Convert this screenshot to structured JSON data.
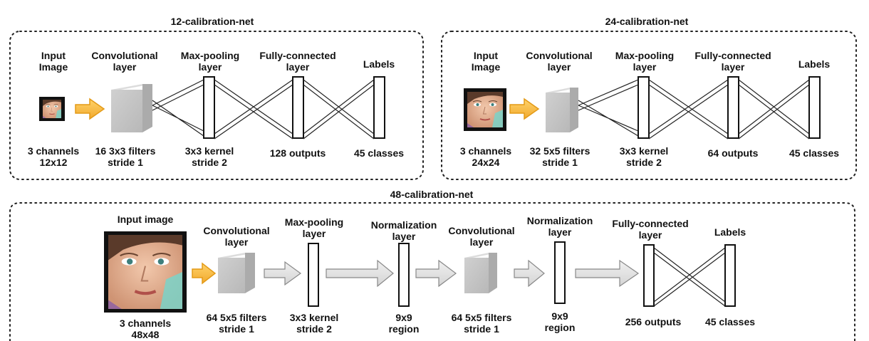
{
  "panels": [
    {
      "title": "12-calibration-net",
      "labels": {
        "input_top": "Input\nImage",
        "input_bottom": "3 channels\n12x12",
        "conv_top": "Convolutional\nlayer",
        "conv_bottom": "16 3x3 filters\nstride 1",
        "pool_top": "Max-pooling\nlayer",
        "pool_bottom": "3x3 kernel\nstride 2",
        "fc_top": "Fully-connected\nlayer",
        "fc_bottom": "128 outputs",
        "labels_top": "Labels",
        "labels_bottom": "45 classes"
      }
    },
    {
      "title": "24-calibration-net",
      "labels": {
        "input_top": "Input\nImage",
        "input_bottom": "3 channels\n24x24",
        "conv_top": "Convolutional\nlayer",
        "conv_bottom": "32 5x5 filters\nstride 1",
        "pool_top": "Max-pooling\nlayer",
        "pool_bottom": "3x3 kernel\nstride 2",
        "fc_top": "Fully-connected\nlayer",
        "fc_bottom": "64 outputs",
        "labels_top": "Labels",
        "labels_bottom": "45 classes"
      }
    },
    {
      "title": "48-calibration-net",
      "labels": {
        "input_top": "Input image",
        "input_bottom": "3 channels\n48x48",
        "conv1_top": "Convolutional\nlayer",
        "conv1_bottom": "64 5x5 filters\nstride 1",
        "pool_top": "Max-pooling\nlayer",
        "pool_bottom": "3x3 kernel\nstride 2",
        "norm1_top": "Normalization\nlayer",
        "norm1_bottom": "9x9\nregion",
        "conv2_top": "Convolutional\nlayer",
        "conv2_bottom": "64 5x5 filters\nstride 1",
        "norm2_top": "Normalization\nlayer",
        "norm2_bottom": "9x9\nregion",
        "fc_top": "Fully-connected\nlayer",
        "fc_bottom": "256 outputs",
        "labels_top": "Labels",
        "labels_bottom": "45 classes"
      }
    }
  ],
  "colors": {
    "arrow_orange": "#f5b83a",
    "arrow_orange_stroke": "#e39a17",
    "cube_front": "#c4c4c4",
    "cube_top": "#dddddd",
    "cube_side": "#b0b0b0",
    "gray_arrow_fill": "#e3e3e3",
    "gray_arrow_stroke": "#888888",
    "face_skin": "#e7b79c",
    "face_bg": "#8fd0c5"
  },
  "icons": {
    "input_image": "face-photo-icon",
    "conv_block": "cube-icon",
    "layer_bar": "layer-rectangle-icon"
  }
}
